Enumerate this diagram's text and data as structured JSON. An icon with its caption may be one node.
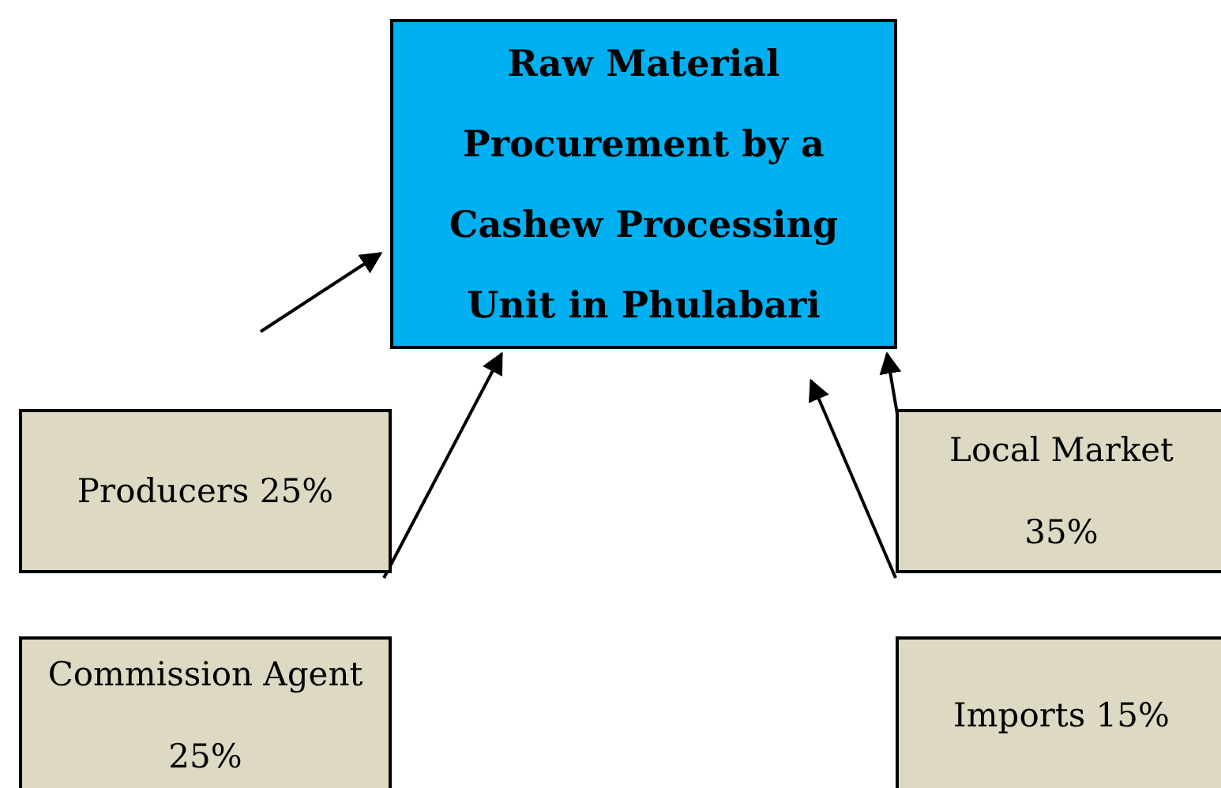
{
  "diagram": {
    "nodes": [
      {
        "text": [
          "Raw Material Procurement by a Cashew Processing Unit in Phulabari"
        ]
      },
      {
        "text": [
          "Producers 25%"
        ]
      },
      {
        "text": [
          "Local Market 35%"
        ]
      },
      {
        "text": [
          "Commission Agent 25%"
        ]
      },
      {
        "text": [
          "Imports 15%"
        ]
      }
    ],
    "edges": [
      {
        "from": null,
        "to": 0,
        "arrow": "to"
      },
      {
        "from": 1,
        "to": 0,
        "arrow": "to"
      },
      {
        "from": 2,
        "to": 0,
        "arrow": "to"
      },
      {
        "from": 2,
        "to": 0,
        "arrow": "to"
      }
    ]
  }
}
